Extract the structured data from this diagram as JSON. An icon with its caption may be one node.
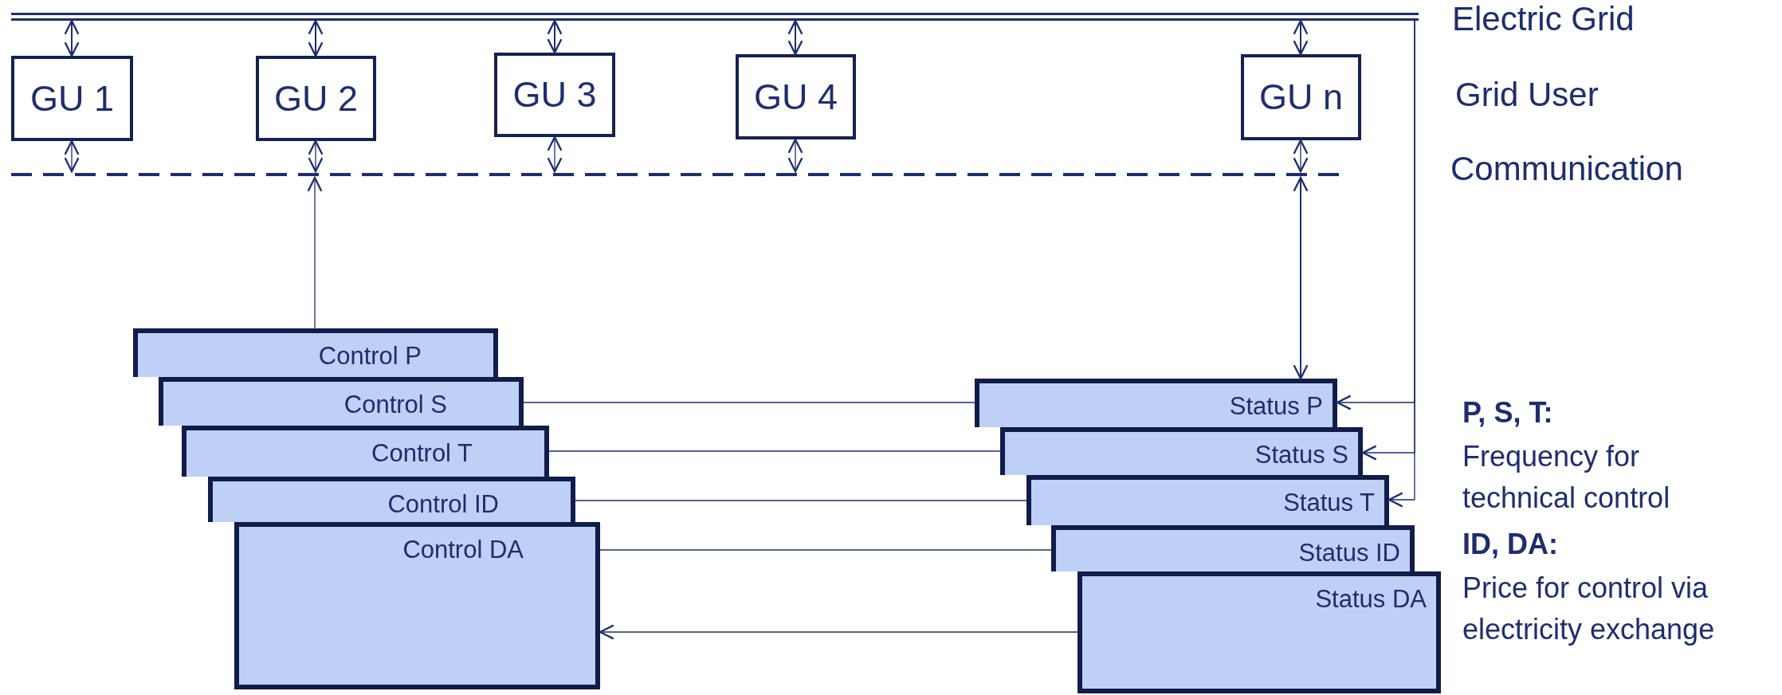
{
  "diagram": {
    "nodes": [
      {
        "text": [],
        "shape": "bar"
      },
      {
        "text": [],
        "shape": "bar"
      },
      {
        "text": [
          "GU 1"
        ]
      },
      {
        "text": [
          "GU 2"
        ]
      },
      {
        "text": [
          "GU 3"
        ]
      },
      {
        "text": [
          "GU 4"
        ]
      },
      {
        "text": [
          "GU n"
        ]
      },
      {
        "text": [
          "Control P"
        ]
      },
      {
        "text": [
          "Control S"
        ]
      },
      {
        "text": [
          "Control T"
        ]
      },
      {
        "text": [
          "Control ID"
        ]
      },
      {
        "text": [
          "Control DA"
        ]
      },
      {
        "text": [
          "Status P"
        ]
      },
      {
        "text": [
          "Status S"
        ]
      },
      {
        "text": [
          "Status T"
        ]
      },
      {
        "text": [
          "Status ID"
        ]
      },
      {
        "text": [
          "Status DA"
        ]
      }
    ],
    "edges": [
      {
        "from": 0,
        "to": 2,
        "arrow": "both"
      },
      {
        "from": 0,
        "to": 3,
        "arrow": "both"
      },
      {
        "from": 0,
        "to": 4,
        "arrow": "both"
      },
      {
        "from": 0,
        "to": 5,
        "arrow": "both"
      },
      {
        "from": 0,
        "to": 6,
        "arrow": "both"
      },
      {
        "from": 2,
        "to": 1,
        "arrow": "both"
      },
      {
        "from": 3,
        "to": 1,
        "arrow": "both"
      },
      {
        "from": 4,
        "to": 1,
        "arrow": "both"
      },
      {
        "from": 5,
        "to": 1,
        "arrow": "both"
      },
      {
        "from": 6,
        "to": 1,
        "arrow": "both"
      },
      {
        "from": 7,
        "to": 1,
        "arrow": "to"
      },
      {
        "from": 1,
        "to": 12,
        "arrow": "both"
      },
      {
        "from": 0,
        "to": 12,
        "arrow": "to"
      },
      {
        "from": 0,
        "to": 13,
        "arrow": "to"
      },
      {
        "from": 0,
        "to": 14,
        "arrow": "to"
      },
      {
        "from": 8,
        "to": 12,
        "arrow": "none"
      },
      {
        "from": 9,
        "to": 13,
        "arrow": "none"
      },
      {
        "from": 10,
        "to": 14,
        "arrow": "none"
      },
      {
        "from": 11,
        "to": 15,
        "arrow": "none"
      },
      {
        "from": 16,
        "to": 11,
        "arrow": "to"
      }
    ],
    "labels": [
      "Electric Grid",
      "Grid User",
      "Communication",
      "P, S, T:",
      "Frequency for technical control",
      "ID, DA:",
      "Price for control via electricity exchange"
    ]
  }
}
